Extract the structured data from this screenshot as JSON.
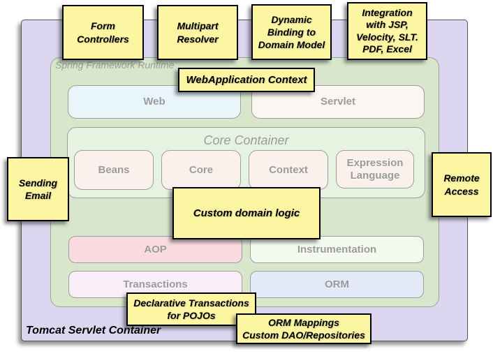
{
  "colors": {
    "page-bg": "#ffffff",
    "tomcat-bg": "#dcd6f1",
    "runtime-bg": "#d8e7cc",
    "runtime-border": "#95a795",
    "core-container-bg": "#e6f3e0",
    "box-border": "#9e9e9e",
    "web-bg": "#e8f5fa",
    "servlet-bg": "#fbf6f1",
    "module-bg": "#fbf1ec",
    "aop-bg": "#f9dae1",
    "instrumentation-bg": "#f4f9ee",
    "transactions-bg": "#f9eef8",
    "orm-bg": "#e3e9f7",
    "note-bg": "#fcf6a2",
    "note-border": "#000000",
    "label-gray": "#9b9b9b"
  },
  "containers": {
    "tomcat": "Tomcat Servlet Container",
    "runtime": "Spring Framework Runtime",
    "core_title": "Core Container"
  },
  "boxes": {
    "web": "Web",
    "servlet": "Servlet",
    "beans": "Beans",
    "core": "Core",
    "context": "Context",
    "expression": "Expression Language",
    "aop": "AOP",
    "instrumentation": "Instrumentation",
    "transactions": "Transactions",
    "orm": "ORM"
  },
  "notes": {
    "form_controllers": "Form\nControllers",
    "multipart_resolver": "Multipart\nResolver",
    "dynamic_binding": "Dynamic\nBinding to\nDomain Model",
    "integration": "Integration\nwith JSP,\nVelocity, SLT.\nPDF, Excel",
    "webapplication_context": "WebApplication Context",
    "custom_domain_logic": "Custom domain logic",
    "sending_email": "Sending\nEmail",
    "remote_access": "Remote\nAccess",
    "declarative_transactions": "Declarative Transactions\nfor POJOs",
    "orm_mappings": "ORM Mappings\nCustom DAO/Repositories"
  }
}
